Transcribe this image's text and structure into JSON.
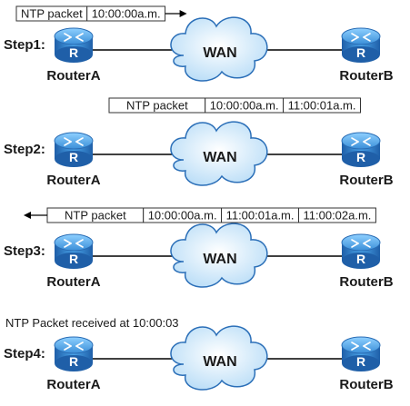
{
  "routers": {
    "a": "RouterA",
    "b": "RouterB",
    "icon_letter": "R"
  },
  "wan_label": "WAN",
  "colors": {
    "router_dark": "#1f5fa8",
    "router_light": "#4aa3e8",
    "cloud_fill": "#cfe8fb",
    "cloud_stroke": "#2b6fb8",
    "line": "#000000"
  },
  "steps": [
    {
      "label": "Step1:",
      "packet_direction": "right",
      "packet_fields": [
        "NTP packet",
        "10:00:00a.m."
      ],
      "note": ""
    },
    {
      "label": "Step2:",
      "packet_direction": "none",
      "packet_fields": [
        "NTP packet",
        "10:00:00a.m.",
        "11:00:01a.m."
      ],
      "note": ""
    },
    {
      "label": "Step3:",
      "packet_direction": "left",
      "packet_fields": [
        "NTP packet",
        "10:00:00a.m.",
        "11:00:01a.m.",
        "11:00:02a.m."
      ],
      "note": ""
    },
    {
      "label": "Step4:",
      "packet_direction": "none",
      "packet_fields": [],
      "note": "NTP Packet received at 10:00:03"
    }
  ]
}
